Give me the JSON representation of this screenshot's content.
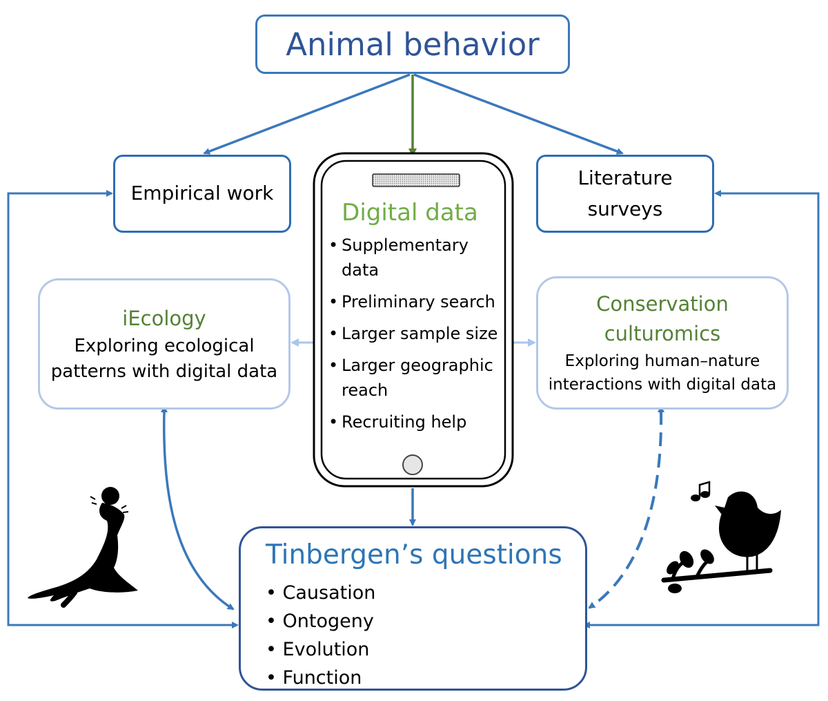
{
  "animal_behavior": "Animal behavior",
  "empirical_work": "Empirical work",
  "literature_surveys": [
    "Literature",
    "surveys"
  ],
  "iecology": {
    "title": "iEcology",
    "lines": [
      "Exploring ecological",
      "patterns with digital data"
    ]
  },
  "conservation": {
    "title_lines": [
      "Conservation",
      "culturomics"
    ],
    "lines": [
      "Exploring human–nature",
      "interactions with digital data"
    ]
  },
  "digital_data": {
    "title": "Digital data",
    "items": [
      "Supplementary data",
      "Preliminary search",
      "Larger sample size",
      "Larger geographic reach",
      "Recruiting help"
    ]
  },
  "tinbergen": {
    "title": "Tinbergen’s questions",
    "items": [
      "Causation",
      "Ontogeny",
      "Evolution",
      "Function"
    ]
  },
  "bullet_glyph": "•",
  "icons": [
    "phone-icon",
    "seal-icon",
    "bird-icon",
    "music-note-icon"
  ],
  "colors": {
    "blue": "#3a78bb",
    "dark_blue": "#2f5496",
    "light_blue": "#b4c8e8",
    "arrow_light": "#a9c6ea",
    "green": "#548235",
    "light_green": "#70ad47"
  }
}
